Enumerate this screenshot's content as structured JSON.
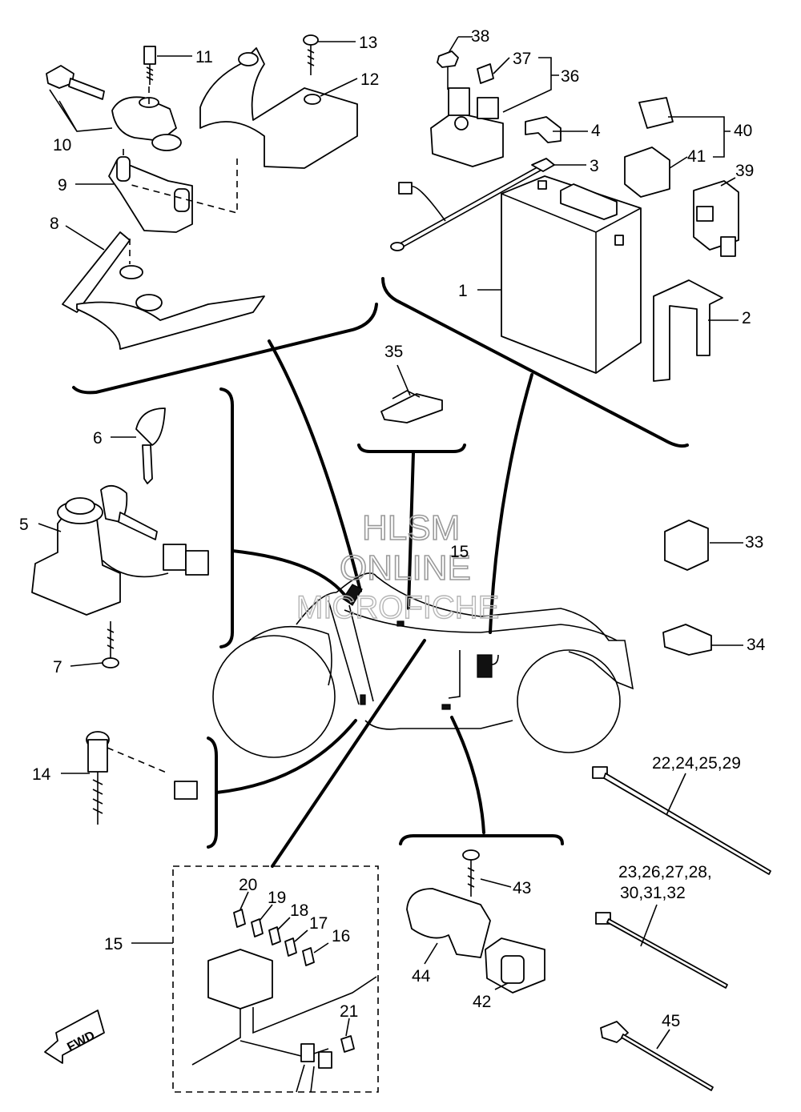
{
  "watermark": {
    "line1": "HLSM",
    "line2": "ONLINE",
    "line3": "MICROFICHE"
  },
  "fwd_label": "FWD",
  "callouts": [
    {
      "id": "c1",
      "text": "1"
    },
    {
      "id": "c2",
      "text": "2"
    },
    {
      "id": "c3",
      "text": "3"
    },
    {
      "id": "c4",
      "text": "4"
    },
    {
      "id": "c5",
      "text": "5"
    },
    {
      "id": "c6",
      "text": "6"
    },
    {
      "id": "c7",
      "text": "7"
    },
    {
      "id": "c8",
      "text": "8"
    },
    {
      "id": "c9",
      "text": "9"
    },
    {
      "id": "c10",
      "text": "10"
    },
    {
      "id": "c11",
      "text": "11"
    },
    {
      "id": "c12",
      "text": "12"
    },
    {
      "id": "c13",
      "text": "13"
    },
    {
      "id": "c14",
      "text": "14"
    },
    {
      "id": "c15a",
      "text": "15"
    },
    {
      "id": "c15b",
      "text": "15"
    },
    {
      "id": "c16",
      "text": "16"
    },
    {
      "id": "c17",
      "text": "17"
    },
    {
      "id": "c18",
      "text": "18"
    },
    {
      "id": "c19",
      "text": "19"
    },
    {
      "id": "c20",
      "text": "20"
    },
    {
      "id": "c21",
      "text": "21"
    },
    {
      "id": "c22",
      "text": "22,24,25,29"
    },
    {
      "id": "c23a",
      "text": "23,26,27,28,"
    },
    {
      "id": "c23b",
      "text": "30,31,32"
    },
    {
      "id": "c33",
      "text": "33"
    },
    {
      "id": "c34",
      "text": "34"
    },
    {
      "id": "c35",
      "text": "35"
    },
    {
      "id": "c36",
      "text": "36"
    },
    {
      "id": "c37",
      "text": "37"
    },
    {
      "id": "c38",
      "text": "38"
    },
    {
      "id": "c39",
      "text": "39"
    },
    {
      "id": "c40",
      "text": "40"
    },
    {
      "id": "c41",
      "text": "41"
    },
    {
      "id": "c42",
      "text": "42"
    },
    {
      "id": "c43",
      "text": "43"
    },
    {
      "id": "c44",
      "text": "44"
    },
    {
      "id": "c45",
      "text": "45"
    }
  ]
}
